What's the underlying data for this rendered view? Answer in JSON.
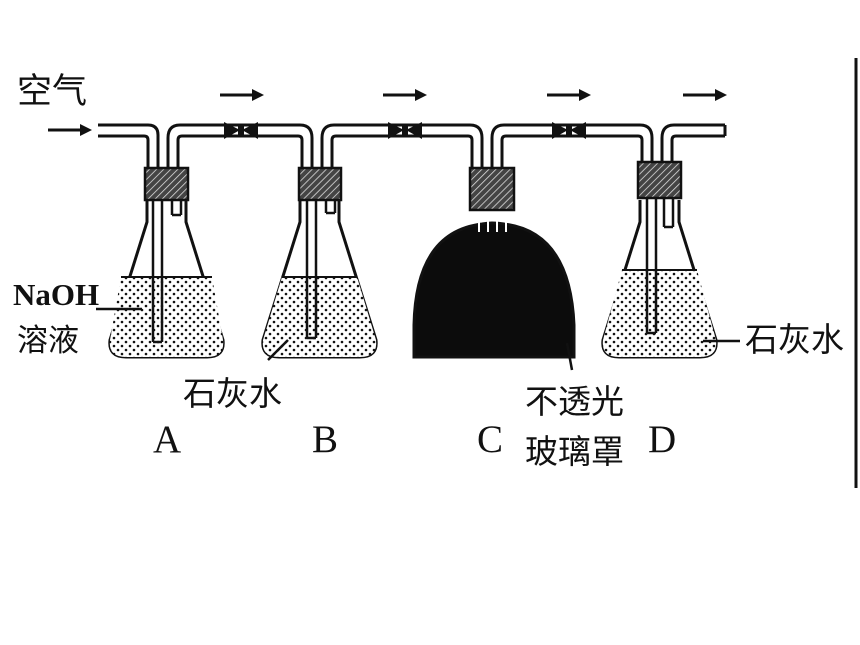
{
  "labels": {
    "air": "空气",
    "naoh_line1": "NaOH",
    "naoh_line2": "溶液",
    "limewater_b": "石灰水",
    "limewater_d": "石灰水",
    "opaque_line1": "不透光",
    "opaque_line2": "玻璃罩"
  },
  "bottles": [
    {
      "id": "A",
      "label": "A"
    },
    {
      "id": "B",
      "label": "B"
    },
    {
      "id": "C",
      "label": "C"
    },
    {
      "id": "D",
      "label": "D"
    }
  ],
  "colors": {
    "ink": "#111111",
    "bell": "#0c0c0c",
    "background": "#ffffff"
  },
  "icons": [
    "arrow-icon",
    "clamp-icon",
    "stopper-icon"
  ]
}
